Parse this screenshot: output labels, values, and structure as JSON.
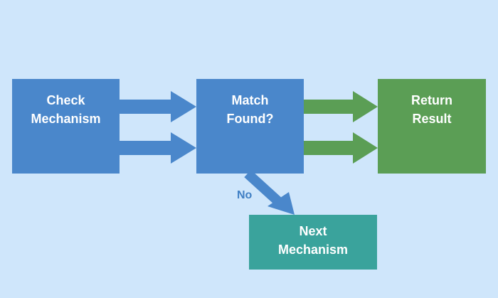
{
  "colors": {
    "background": "#cfe6fb",
    "process_blue": "#4a87cb",
    "success_green": "#5b9e55",
    "next_teal": "#3aa39c",
    "label_blue": "#3f7fc4"
  },
  "nodes": {
    "check": {
      "label": "Check\nMechanism"
    },
    "match": {
      "label": "Match\nFound?"
    },
    "result": {
      "label": "Return\nResult"
    },
    "next": {
      "label": "Next\nMechanism"
    }
  },
  "edges": {
    "no_label": "No"
  }
}
